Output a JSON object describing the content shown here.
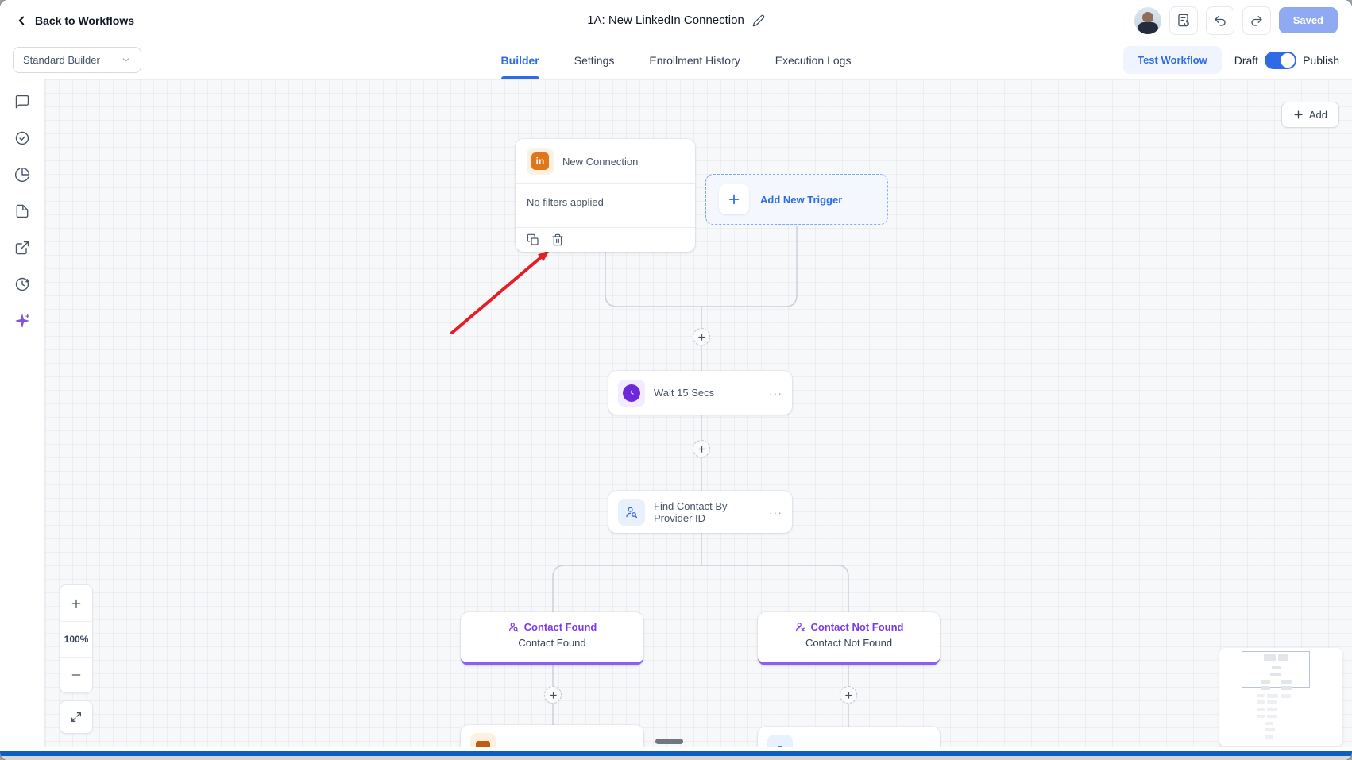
{
  "header": {
    "back_label": "Back to Workflows",
    "title": "1A: New LinkedIn Connection",
    "saved_label": "Saved"
  },
  "toolbar": {
    "builder_select": "Standard Builder",
    "tabs": [
      {
        "label": "Builder",
        "active": true
      },
      {
        "label": "Settings",
        "active": false
      },
      {
        "label": "Enrollment History",
        "active": false
      },
      {
        "label": "Execution Logs",
        "active": false
      }
    ],
    "test_workflow_label": "Test Workflow",
    "draft_label": "Draft",
    "publish_label": "Publish",
    "publish_toggle_on": true
  },
  "sidebar": {
    "items": [
      {
        "icon": "comments-icon"
      },
      {
        "icon": "check-circle-icon"
      },
      {
        "icon": "pie-chart-icon"
      },
      {
        "icon": "file-icon"
      },
      {
        "icon": "external-link-icon"
      },
      {
        "icon": "history-icon"
      },
      {
        "icon": "ai-sparkles-icon"
      }
    ]
  },
  "canvas": {
    "add_label": "Add",
    "zoom_level": "100%",
    "menu_dots": "···",
    "trigger": {
      "icon_text": "in",
      "title": "New Connection",
      "filters": "No filters applied"
    },
    "add_trigger_label": "Add New Trigger",
    "wait_label": "Wait 15 Secs",
    "find_label": "Find Contact By Provider ID",
    "branches": [
      {
        "title": "Contact Found",
        "subtitle": "Contact Found"
      },
      {
        "title": "Contact Not Found",
        "subtitle": "Contact Not Found"
      }
    ]
  },
  "colors": {
    "accent_blue": "#2E6BE5",
    "accent_purple": "#7C3AED",
    "linkedin_orange": "#E0761C",
    "saved_button": "#8FA9F2",
    "connector_gray": "#CBD0D9",
    "annotation_red": "#E51E25",
    "bottom_bar_blue": "#0B5FBE"
  }
}
